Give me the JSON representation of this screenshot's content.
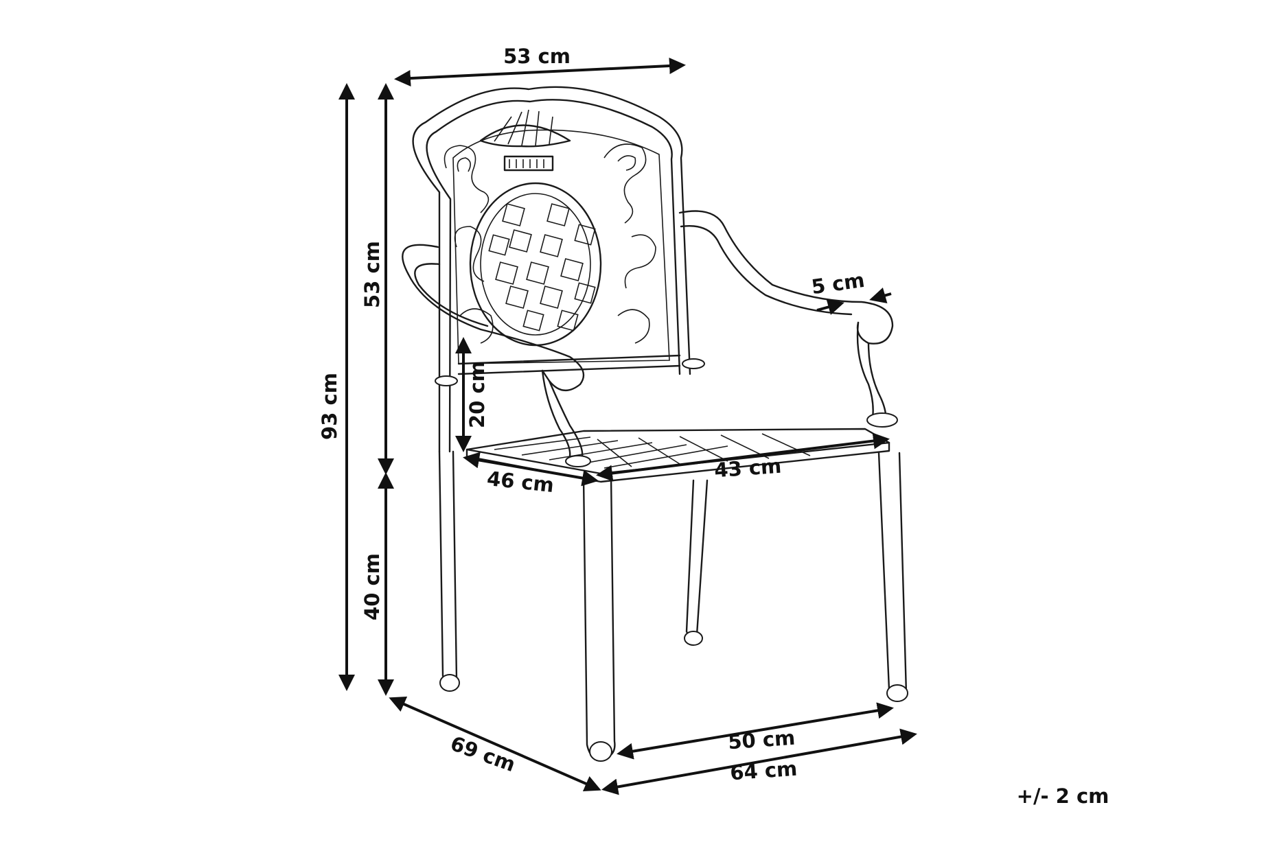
{
  "dimensions": {
    "back_width": "53 cm",
    "total_height": "93 cm",
    "back_height": "53 cm",
    "seat_height": "40 cm",
    "arm_height": "20 cm",
    "arm_width": "5 cm",
    "seat_depth": "46 cm",
    "seat_width": "43 cm",
    "total_depth": "69 cm",
    "leg_width": "50 cm",
    "total_width": "64 cm"
  },
  "tolerance": "+/- 2 cm"
}
